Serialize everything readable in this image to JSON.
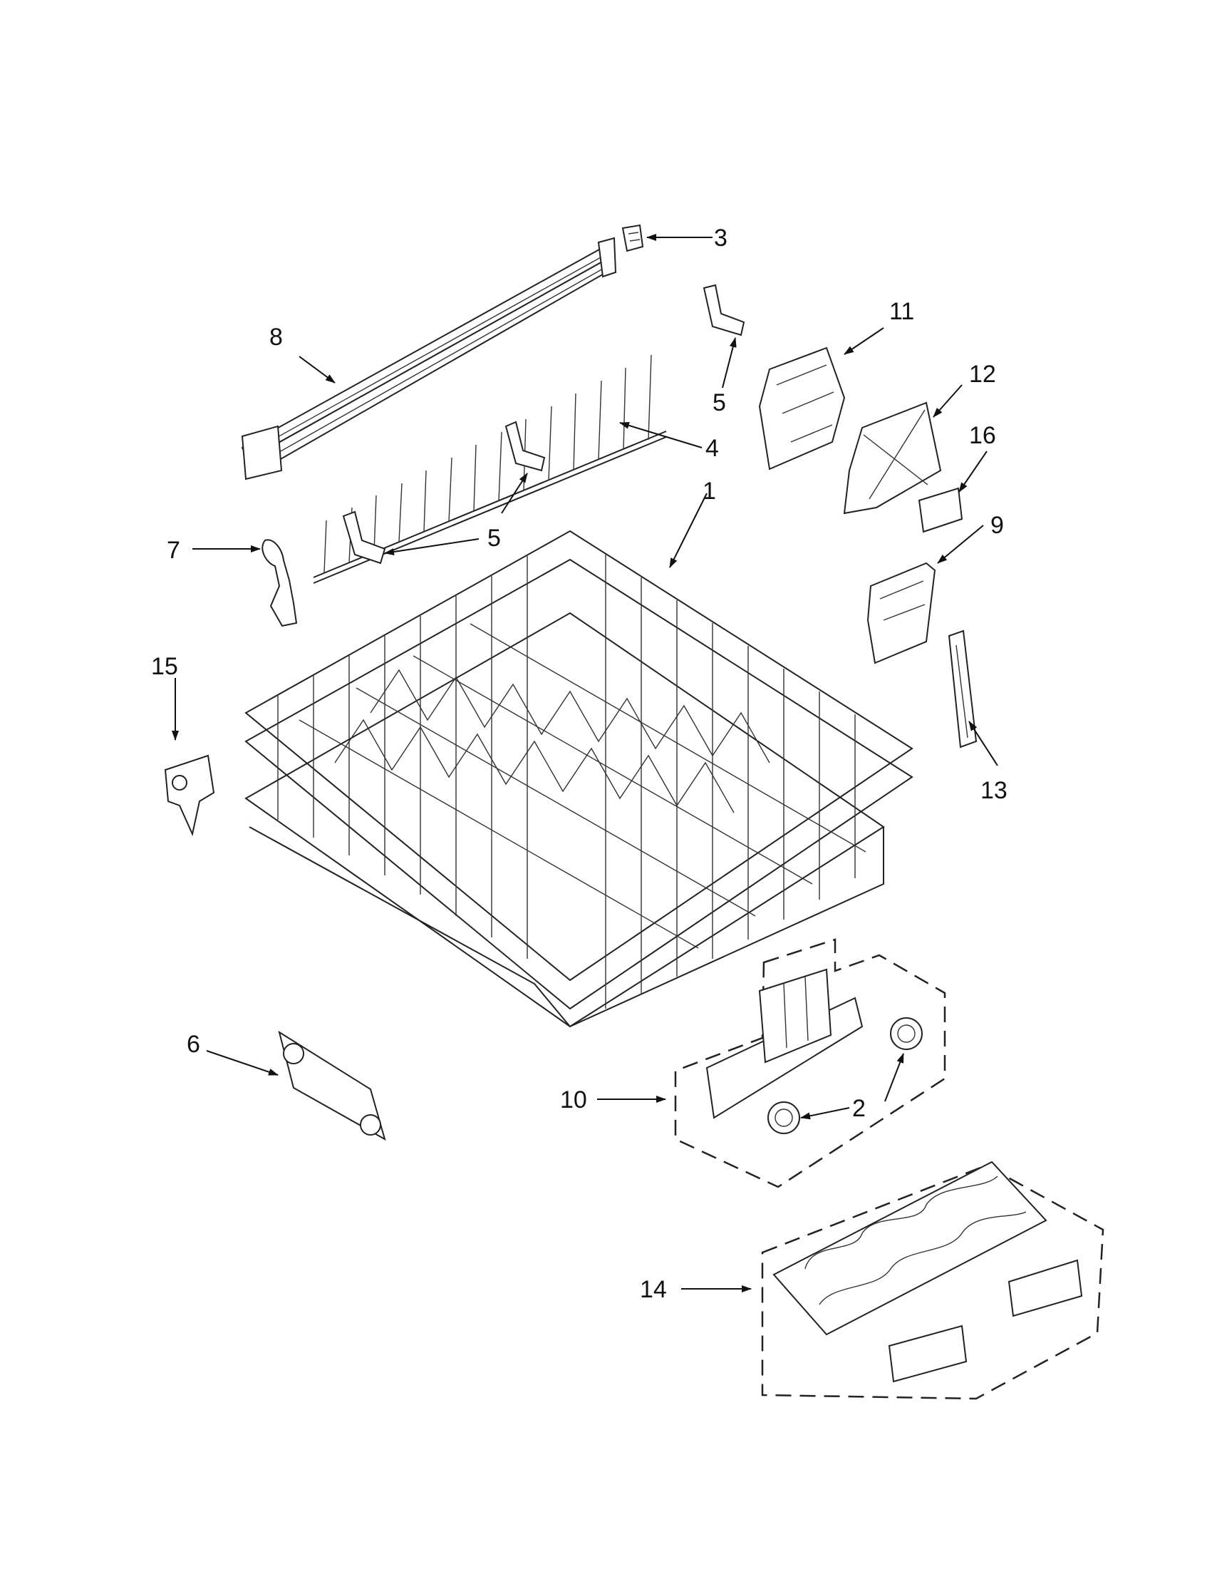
{
  "callouts": [
    "1",
    "2",
    "3",
    "4",
    "5",
    "6",
    "7",
    "8",
    "9",
    "10",
    "11",
    "12",
    "13",
    "14",
    "15",
    "16"
  ],
  "colors": {
    "line": "#222222",
    "background": "#ffffff"
  }
}
